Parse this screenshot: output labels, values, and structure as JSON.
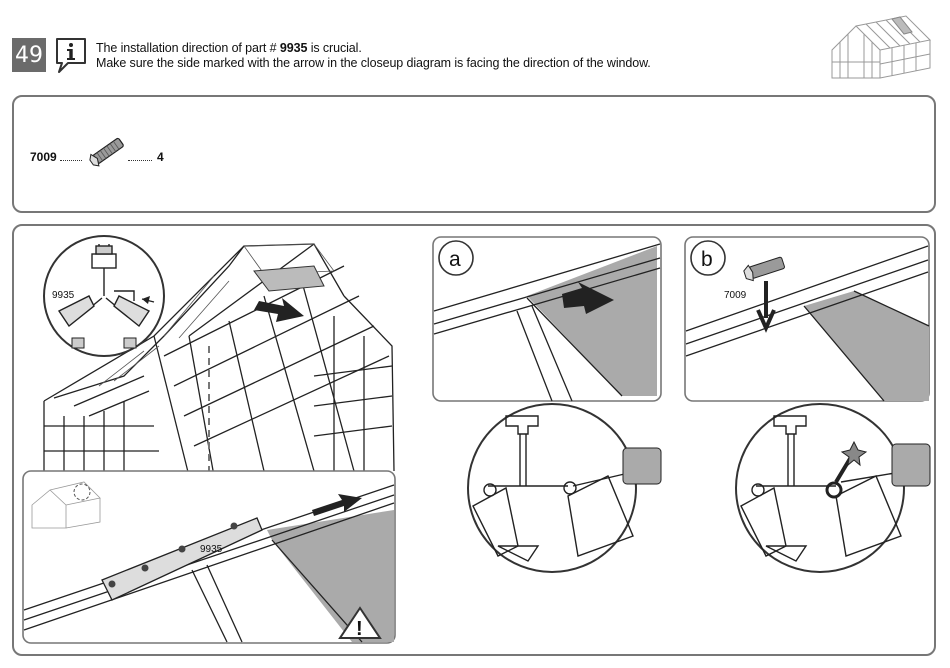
{
  "step": {
    "number": "49"
  },
  "instructions": {
    "line1_prefix": "The installation direction of part # ",
    "line1_part": "9935",
    "line1_suffix": " is crucial.",
    "line2": "Make sure the side marked with the arrow in the closeup diagram is facing the direction of the window."
  },
  "parts": [
    {
      "code": "7009",
      "quantity": "4"
    }
  ],
  "diagram": {
    "main_callout_label": "9935",
    "lower_inset_label": "9935",
    "panel_a_label": "a",
    "panel_b_label": "b",
    "panel_b_part_label": "7009",
    "warning_symbol": "!"
  },
  "icons": [
    "info-icon",
    "greenhouse-thumbnail-icon",
    "connector-part-icon",
    "warning-icon",
    "arrow-icon"
  ]
}
